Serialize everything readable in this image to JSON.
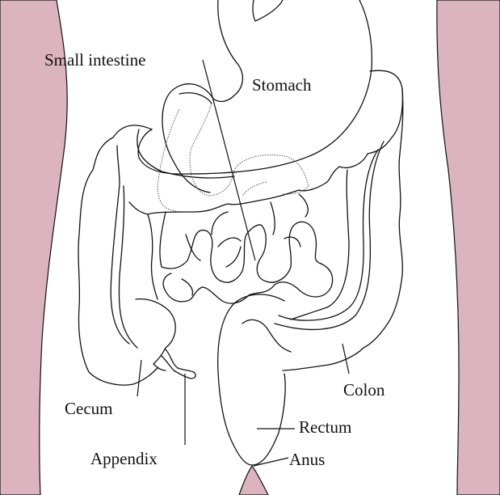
{
  "colors": {
    "skin": "#dbb4bf",
    "outline": "#111111",
    "background": "#ffffff"
  },
  "labels": {
    "small_intestine": "Small intestine",
    "stomach": "Stomach",
    "colon": "Colon",
    "cecum": "Cecum",
    "rectum": "Rectum",
    "appendix": "Appendix",
    "anus": "Anus"
  }
}
